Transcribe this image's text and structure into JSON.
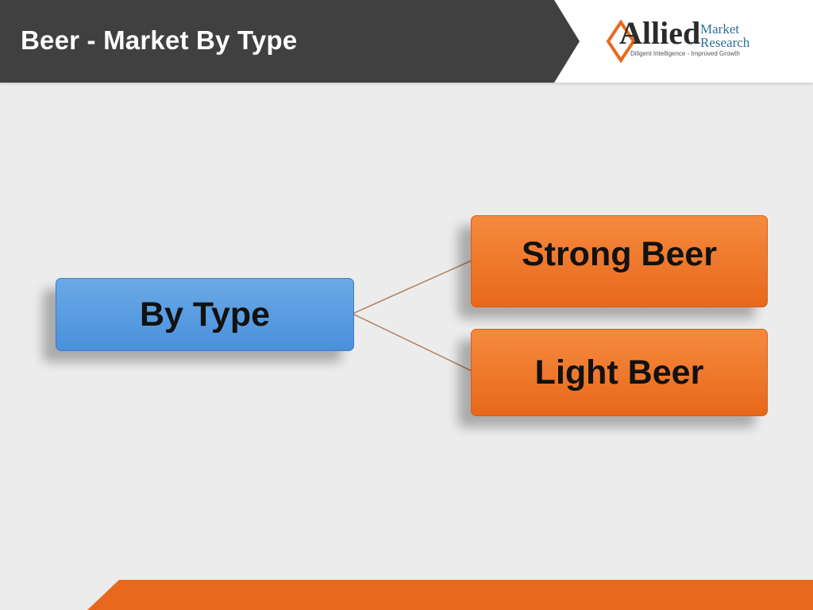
{
  "header": {
    "title": "Beer - Market By Type",
    "band_color": "#404040"
  },
  "logo": {
    "name": "Allied",
    "line1": "Market",
    "line2": "Research",
    "tagline": "Diligent Intelligence - Improved Growth",
    "name_color": "#2b2b2b",
    "accent_color": "#2d6f9a"
  },
  "diagram": {
    "root": {
      "label": "By Type",
      "color": "#4a90dc"
    },
    "children": [
      {
        "label": "Strong Beer",
        "color": "#e8681a"
      },
      {
        "label": "Light Beer",
        "color": "#e8681a"
      }
    ],
    "connector_color": "#b07c5a"
  },
  "footer": {
    "band_color": "#e8691e"
  }
}
